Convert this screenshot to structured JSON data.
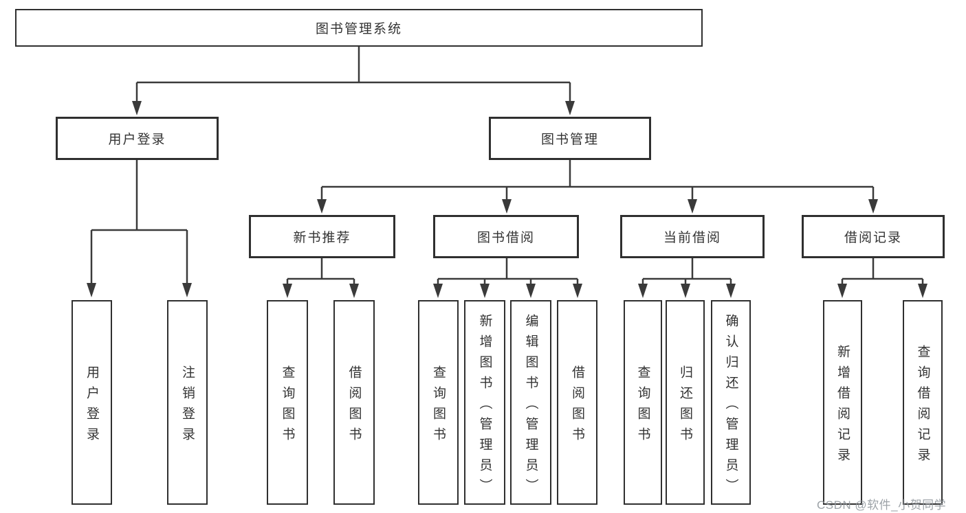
{
  "diagram_title": "图书管理系统",
  "tree": {
    "root": {
      "label": "图书管理系统"
    },
    "branches": [
      {
        "label": "用户登录",
        "children": [
          {
            "label": "用户登录"
          },
          {
            "label": "注销登录"
          }
        ]
      },
      {
        "label": "图书管理",
        "children": [
          {
            "label": "新书推荐",
            "children": [
              {
                "label": "查询图书"
              },
              {
                "label": "借阅图书"
              }
            ]
          },
          {
            "label": "图书借阅",
            "children": [
              {
                "label": "查询图书"
              },
              {
                "label": "新增图书（管理员）"
              },
              {
                "label": "编辑图书（管理员）"
              },
              {
                "label": "借阅图书"
              }
            ]
          },
          {
            "label": "当前借阅",
            "children": [
              {
                "label": "查询图书"
              },
              {
                "label": "归还图书"
              },
              {
                "label": "确认归还（管理员）"
              }
            ]
          },
          {
            "label": "借阅记录",
            "children": [
              {
                "label": "新增借阅记录"
              },
              {
                "label": "查询借阅记录"
              }
            ]
          }
        ]
      }
    ]
  },
  "watermark": "CSDN @软件_小贺同学",
  "colors": {
    "line": "#3a3a3a",
    "box_border": "#2f2f2f",
    "text": "#333333",
    "background": "#ffffff",
    "watermark": "#949aa0"
  }
}
